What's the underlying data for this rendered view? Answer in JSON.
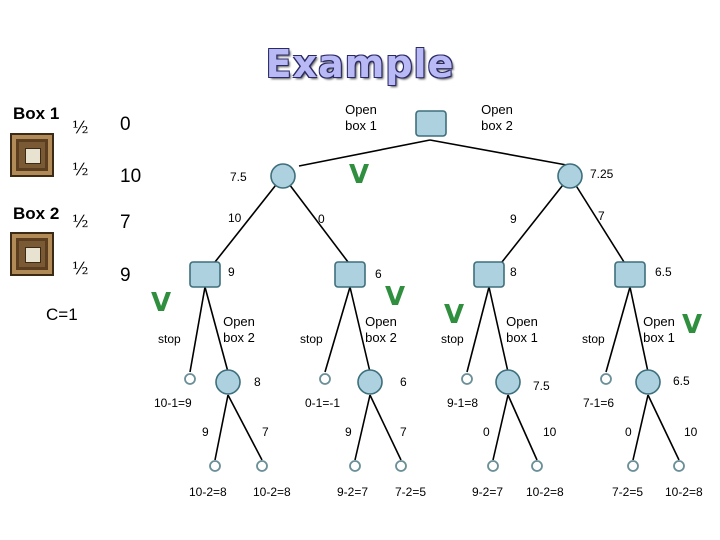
{
  "title": "Example",
  "left_panel": {
    "box1_label": "Box 1",
    "box2_label": "Box 2",
    "rows": [
      {
        "prob": "½",
        "value": "0"
      },
      {
        "prob": "½",
        "value": "10"
      },
      {
        "prob": "½",
        "value": "7"
      },
      {
        "prob": "½",
        "value": "9"
      }
    ],
    "cost": "C=1"
  },
  "root": {
    "open1": "Open\nbox 1",
    "open2": "Open\nbox 2",
    "checkmark": "V"
  },
  "level1": {
    "left_value": "7.5",
    "right_value": "7.25"
  },
  "level2": {
    "a": "10",
    "b": "0",
    "c": "9",
    "d": "7"
  },
  "level3": {
    "a": "9",
    "b": "6",
    "c": "8",
    "d": "6.5"
  },
  "level3_labels": {
    "stop": "stop",
    "open_box_2": "Open\nbox 2",
    "open_box_1": "Open\nbox 1",
    "check": "V"
  },
  "level4": {
    "left_vals": [
      "8",
      "6",
      "7.5",
      "6.5"
    ],
    "stop_vals": [
      "10-1=9",
      "0-1=-1",
      "9-1=8",
      "7-1=6"
    ]
  },
  "level5": {
    "vals": [
      "9",
      "7",
      "9",
      "7",
      "0",
      "10",
      "0",
      "10"
    ]
  },
  "leaves": [
    "10-2=8",
    "10-2=8",
    "9-2=7",
    "7-2=5",
    "9-2=7",
    "10-2=8",
    "7-2=5",
    "10-2=8"
  ],
  "colors": {
    "node_fill": "#aed1e0",
    "node_stroke": "#3d6f7c",
    "check_green": "#2f8f3f",
    "edge": "#000000"
  }
}
